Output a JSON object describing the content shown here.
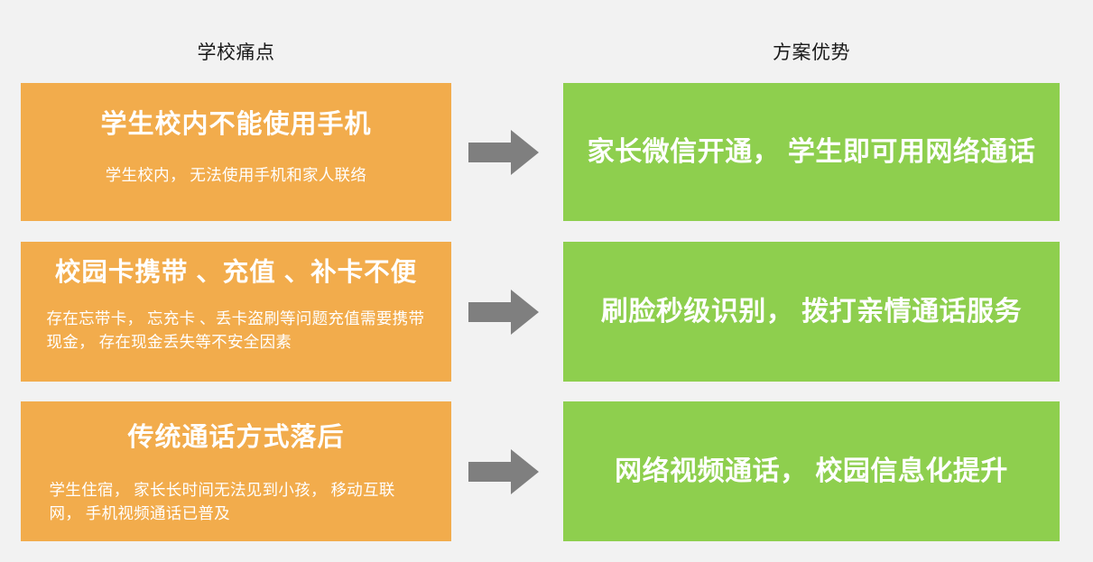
{
  "background_color": "#f2f2f2",
  "colors": {
    "pain": "#f2ac4c",
    "solution": "#8ecf4e",
    "arrow": "#7f7f7f",
    "header_text": "#1a1a1a",
    "card_text": "#ffffff"
  },
  "headers": {
    "left": "学校痛点",
    "right": "方案优势"
  },
  "rows": [
    {
      "pain_title": "学生校内不能使用手机",
      "pain_desc": "学生校内， 无法使用手机和家人联络",
      "arrow": "arrow-right-icon",
      "solution": "家长微信开通， 学生即可用网络通话"
    },
    {
      "pain_title": "校园卡携带 、充值 、补卡不便",
      "pain_desc": "存在忘带卡， 忘充卡 、丢卡盗刷等问题充值需要携带现金， 存在现金丢失等不安全因素",
      "arrow": "arrow-right-icon",
      "solution": "刷脸秒级识别， 拨打亲情通话服务"
    },
    {
      "pain_title": "传统通话方式落后",
      "pain_desc": "学生住宿， 家长长时间无法见到小孩， 移动互联网， 手机视频通话已普及",
      "arrow": "arrow-right-icon",
      "solution": "网络视频通话， 校园信息化提升"
    }
  ]
}
